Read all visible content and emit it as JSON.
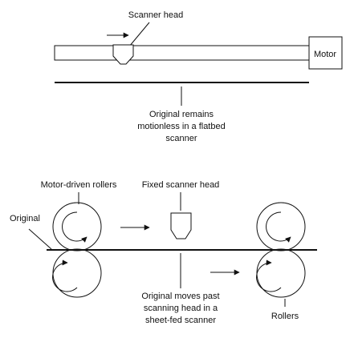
{
  "colors": {
    "stroke": "#111111",
    "background": "#ffffff"
  },
  "flatbed": {
    "scanner_head_label": "Scanner head",
    "motor_label": "Motor",
    "caption": [
      "Original remains",
      "motionless in a flatbed",
      "scanner"
    ]
  },
  "sheetfed": {
    "motor_rollers_label": "Motor-driven rollers",
    "fixed_head_label": "Fixed scanner head",
    "original_label": "Original",
    "rollers_label": "Rollers",
    "caption": [
      "Original moves past",
      "scanning head in a",
      "sheet-fed scanner"
    ]
  }
}
